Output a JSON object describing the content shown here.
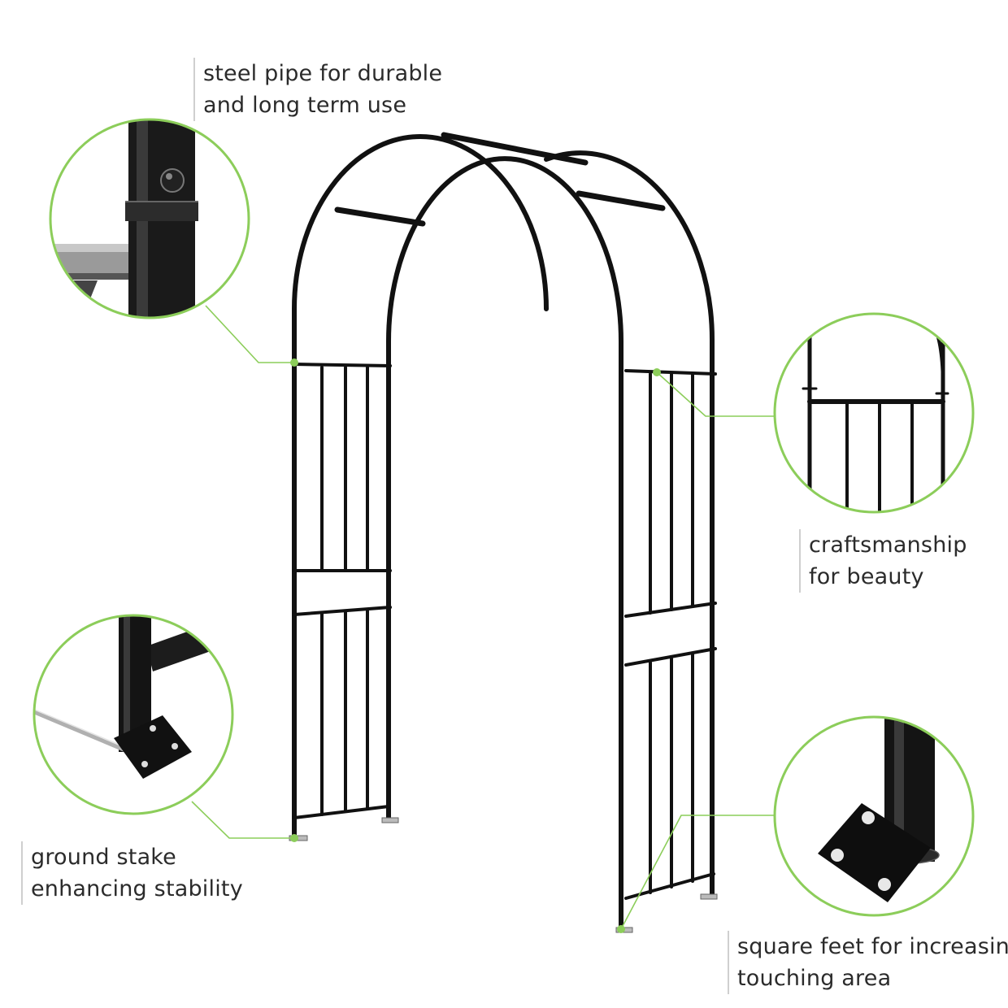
{
  "callouts": {
    "steel_pipe": {
      "line1": "steel pipe for durable",
      "line2": "and long term use"
    },
    "craftsmanship": {
      "line1": "craftsmanship",
      "line2": "for beauty"
    },
    "ground_stake": {
      "line1": "ground stake",
      "line2": "enhancing stability"
    },
    "square_feet": {
      "line1": "square feet for increasing",
      "line2": "touching area"
    }
  },
  "colors": {
    "accent": "#8ccd5a",
    "frame": "#111111",
    "label_text": "#2b2b2b",
    "label_rule": "#cfcfcf"
  },
  "icons": [
    "garden-arch",
    "pipe-joint-detail",
    "fence-panel-detail",
    "ground-stake-detail",
    "square-foot-detail"
  ]
}
